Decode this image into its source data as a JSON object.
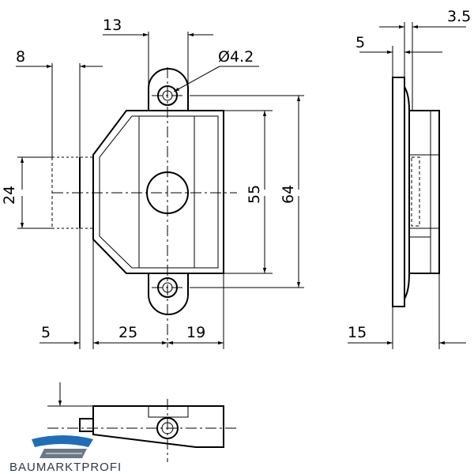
{
  "drawing": {
    "front_view": {
      "dim_hole_spacing_top": "13",
      "dim_hole_diameter": "Ø4.2",
      "dim_tongue_offset": "8",
      "dim_tongue_height": "24",
      "dim_inner_height": "55",
      "dim_overall_height": "64",
      "dim_tongue_length": "5",
      "dim_body_to_center": "25",
      "dim_center_to_back": "19"
    },
    "side_view": {
      "dim_top_right": "3.5",
      "dim_top_left": "5",
      "dim_depth": "15"
    }
  },
  "brand": {
    "name": "BAUMARKTPROFI",
    "colors": {
      "blue": "#1e6fb8",
      "gray": "#6b7886"
    }
  }
}
